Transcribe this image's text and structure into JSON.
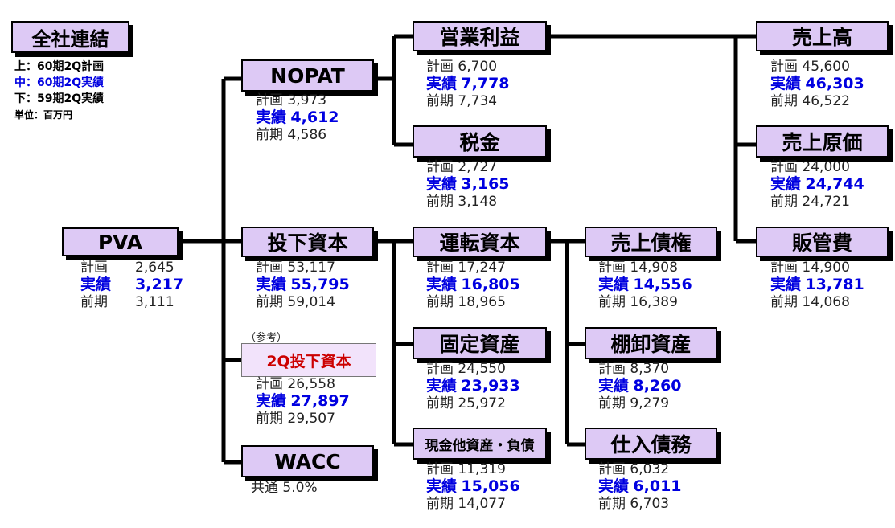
{
  "title": "全社連結",
  "legend": {
    "top": "上：60期2Q計画",
    "middle": "中：60期2Q実績",
    "bottom": "下：59期2Q実績",
    "unit": "単位：百万円"
  },
  "labels": {
    "plan": "計画",
    "actual": "実績",
    "prev": "前期",
    "common": "共通"
  },
  "nodes": {
    "pva": {
      "name": "PVA",
      "plan": "2,645",
      "actual": "3,217",
      "prev": "3,111"
    },
    "nopat": {
      "name": "NOPAT",
      "plan": "3,973",
      "actual": "4,612",
      "prev": "4,586"
    },
    "invested": {
      "name": "投下資本",
      "plan": "53,117",
      "actual": "55,795",
      "prev": "59,014"
    },
    "ref_note": "（参考）",
    "invested2q": {
      "name": "2Q投下資本",
      "plan": "26,558",
      "actual": "27,897",
      "prev": "29,507"
    },
    "wacc": {
      "name": "WACC",
      "common": "5.0%"
    },
    "op_profit": {
      "name": "営業利益",
      "plan": "6,700",
      "actual": "7,778",
      "prev": "7,734"
    },
    "tax": {
      "name": "税金",
      "plan": "2,727",
      "actual": "3,165",
      "prev": "3,148"
    },
    "working": {
      "name": "運転資本",
      "plan": "17,247",
      "actual": "16,805",
      "prev": "18,965"
    },
    "fixed": {
      "name": "固定資産",
      "plan": "24,550",
      "actual": "23,933",
      "prev": "25,972"
    },
    "cash": {
      "name": "現金他資産・負債",
      "plan": "11,319",
      "actual": "15,056",
      "prev": "14,077"
    },
    "receivables": {
      "name": "売上債権",
      "plan": "14,908",
      "actual": "14,556",
      "prev": "16,389"
    },
    "inventory": {
      "name": "棚卸資産",
      "plan": "8,370",
      "actual": "8,260",
      "prev": "9,279"
    },
    "payables": {
      "name": "仕入債務",
      "plan": "6,032",
      "actual": "6,011",
      "prev": "6,703"
    },
    "sales": {
      "name": "売上高",
      "plan": "45,600",
      "actual": "46,303",
      "prev": "46,522"
    },
    "cogs": {
      "name": "売上原価",
      "plan": "24,000",
      "actual": "24,744",
      "prev": "24,721"
    },
    "sga": {
      "name": "販管費",
      "plan": "14,900",
      "actual": "13,781",
      "prev": "14,068"
    }
  }
}
